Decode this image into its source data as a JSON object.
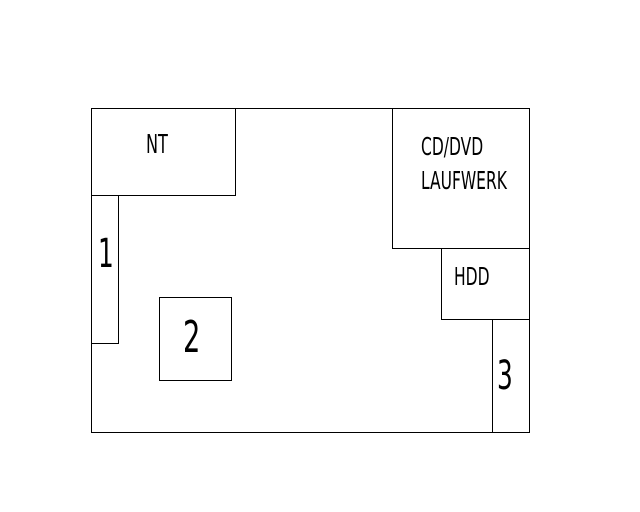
{
  "diagram": {
    "nt_label": "NT",
    "cd_dvd_line1": "CD/DVD",
    "cd_dvd_line2": "LAUFWERK",
    "hdd_label": "HDD",
    "slot1_label": "1",
    "slot2_label": "2",
    "slot3_label": "3"
  }
}
